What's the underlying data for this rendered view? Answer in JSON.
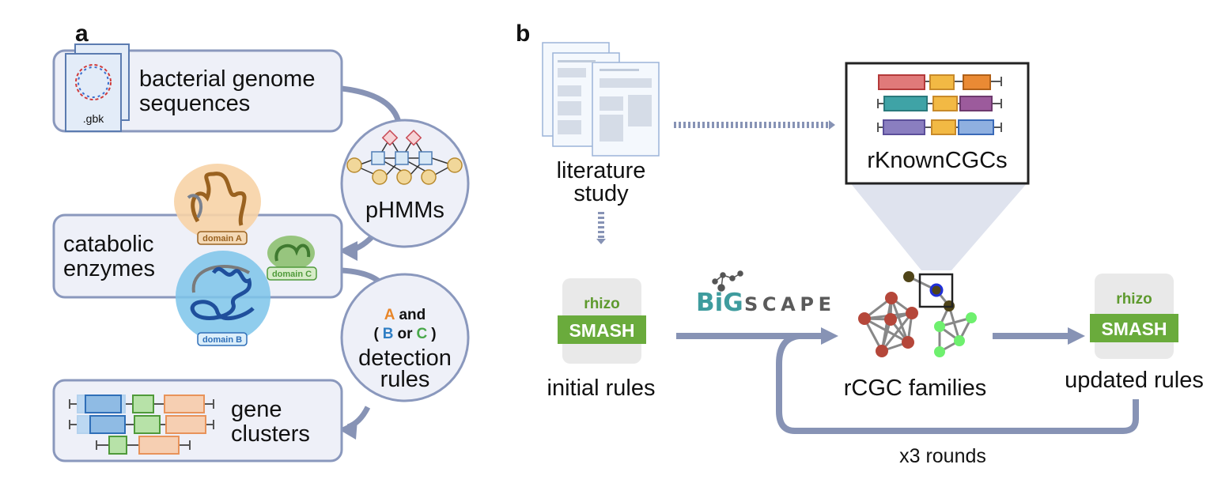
{
  "panels": {
    "a": {
      "label": "a",
      "genome_box": {
        "title_line1": "bacterial genome",
        "title_line2": "sequences",
        "file_ext": ".gbk",
        "icon": "dna-file-icon"
      },
      "enzyme_box": {
        "title_line1": "catabolic",
        "title_line2": "enzymes",
        "domains": [
          {
            "label": "domain A",
            "color": "#c78a3c"
          },
          {
            "label": "domain B",
            "color": "#2f6fb8"
          },
          {
            "label": "domain C",
            "color": "#4f9a3a"
          }
        ]
      },
      "phmm_circle": {
        "label": "pHMMs",
        "icon": "hmm-graph-icon"
      },
      "rules_circle": {
        "rule_a": "A",
        "rule_and": "and",
        "rule_open": "(",
        "rule_b": "B",
        "rule_or": "or",
        "rule_c": "C",
        "rule_close": ")",
        "label_line1": "detection",
        "label_line2": "rules",
        "colors": {
          "A": "#e8862a",
          "B": "#2f7ec4",
          "C": "#49a84a"
        }
      },
      "cluster_box": {
        "title_line1": "gene",
        "title_line2": "clusters",
        "icon": "gene-cluster-icon"
      }
    },
    "b": {
      "label": "b",
      "literature": {
        "line1": "literature",
        "line2": "study",
        "icon": "documents-icon"
      },
      "known_box": {
        "label": "rKnownCGCs"
      },
      "initial": {
        "top": "rhizo",
        "bottom": "SMASH",
        "caption": "initial rules"
      },
      "bigscape": {
        "part1": "BiG",
        "part2": "SCAPE"
      },
      "families": {
        "caption": "rCGC families"
      },
      "updated": {
        "top": "rhizo",
        "bottom": "SMASH",
        "caption": "updated rules"
      },
      "loop": {
        "label": "x3 rounds"
      }
    }
  },
  "colors": {
    "arrow": "#8793b5",
    "box_fill": "#eef0f8",
    "box_stroke": "#8a98bd",
    "smash_green": "#6aab3c",
    "bigscape_teal": "#3f9c9e",
    "bigscape_gray": "#5a5a5a"
  }
}
